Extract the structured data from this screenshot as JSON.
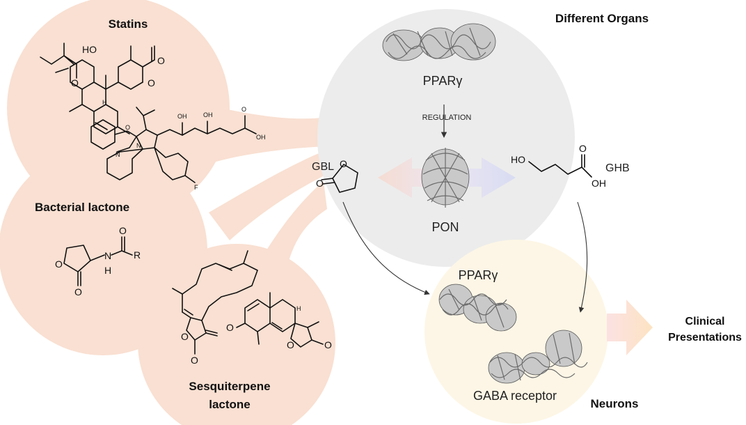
{
  "labels": {
    "statins": "Statins",
    "bacterial_lactone": "Bacterial lactone",
    "sesquiterpene_line1": "Sesquiterpene",
    "sesquiterpene_line2": "lactone",
    "different_organs": "Different Organs",
    "ppar_top": "PPARγ",
    "regulation": "REGULATION",
    "pon": "PON",
    "gbl": "GBL",
    "ghb": "GHB",
    "ppar_neuron": "PPARγ",
    "gaba_receptor": "GABA receptor",
    "neurons": "Neurons",
    "clinical_line1": "Clinical",
    "clinical_line2": "Presentations"
  },
  "atoms": {
    "o": "O",
    "oh": "OH",
    "ho": "HO",
    "h": "H",
    "n": "N",
    "nh": "N",
    "r": "R",
    "f": "F",
    "h_stereo": "H"
  },
  "colors": {
    "peach": "#f9e0d2",
    "organs_circle": "#ececec",
    "neurons_circle": "#fdf6e6",
    "arrow_gray": "#333333"
  }
}
